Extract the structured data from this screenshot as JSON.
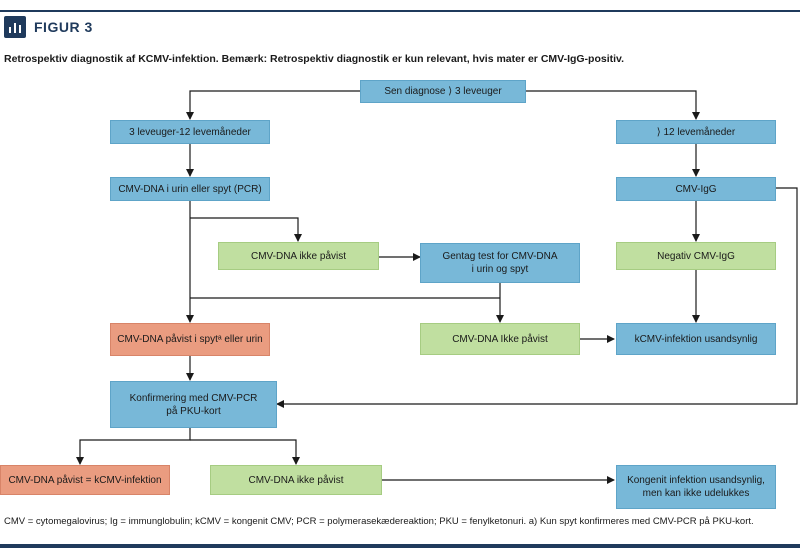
{
  "header": {
    "figure_label": "FIGUR 3",
    "subtitle": "Retrospektiv diagnostik af KCMV-infektion. Bemærk: Retrospektiv diagnostik er kun relevant, hvis mater er CMV-IgG-positiv.",
    "icon": "bar-chart-icon"
  },
  "nodes": {
    "sen_diagnose": "Sen diagnose ⟩ 3 leveuger",
    "left_age": "3 leveuger-12 levemåneder",
    "right_age": "⟩ 12 levemåneder",
    "cmv_dna_urin_spyt": "CMV-DNA i urin eller spyt (PCR)",
    "cmv_igg": "CMV-IgG",
    "cmv_dna_ikke_pavist_1": "CMV-DNA ikke påvist",
    "gentag_test": "Gentag test for CMV-DNA\ni urin og spyt",
    "negativ_igg": "Negativ CMV-IgG",
    "cmv_dna_pavist_spyt": "CMV-DNA påvist i spytᵃ eller urin",
    "cmv_dna_ikke_pavist_2": "CMV-DNA Ikke påvist",
    "kcmv_usandsynlig": "kCMV-infektion usandsynlig",
    "konfirmering": "Konfirmering med CMV-PCR\npå PKU-kort",
    "pavist_kcmv": "CMV-DNA påvist = kCMV-infektion",
    "cmv_dna_ikke_pavist_3": "CMV-DNA ikke påvist",
    "kongenit": "Kongenit infektion usandsynlig,\nmen kan ikke udelukkes"
  },
  "footnote": "CMV = cytomegalovirus; Ig = immunglobulin; kCMV = kongenit CMV; PCR = polymerasekædereaktion; PKU = fenylketonuri. a) Kun spyt konfirmeres med CMV-PCR på PKU-kort.",
  "colors": {
    "blue": "#78b8d8",
    "green": "#c0dfa0",
    "red": "#ea9c80",
    "navy": "#1f3a5c"
  }
}
